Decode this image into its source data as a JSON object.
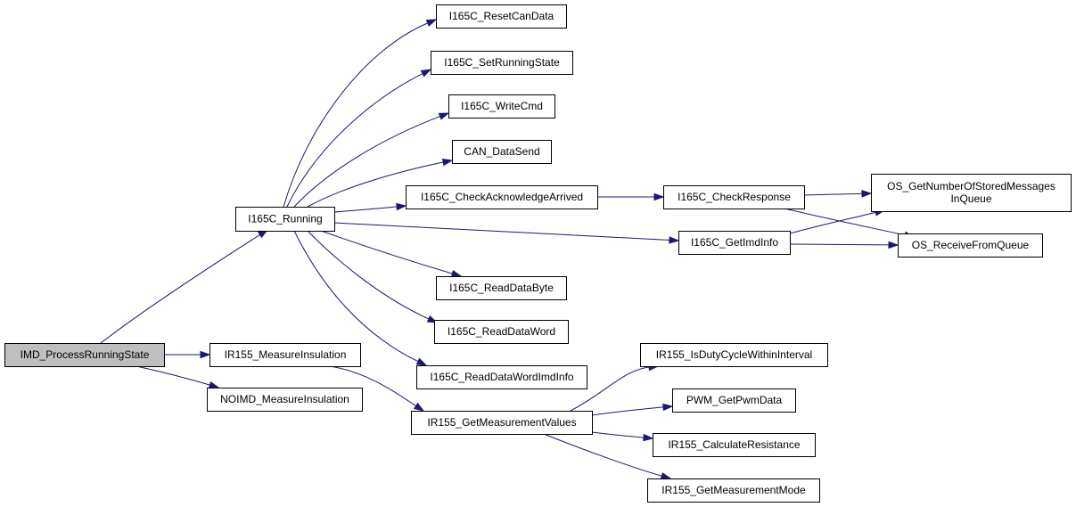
{
  "diagram": {
    "colors": {
      "edge": "#191970",
      "root_fill": "#bfbfbf",
      "node_fill": "#ffffff",
      "node_border": "#000000"
    },
    "nodes": [
      {
        "id": "imd_process",
        "lines": [
          "IMD_ProcessRunningState"
        ],
        "root": true
      },
      {
        "id": "i165c_running",
        "lines": [
          "I165C_Running"
        ]
      },
      {
        "id": "ir155_measure",
        "lines": [
          "IR155_MeasureInsulation"
        ]
      },
      {
        "id": "noimd_measure",
        "lines": [
          "NOIMD_MeasureInsulation"
        ]
      },
      {
        "id": "reset_can",
        "lines": [
          "I165C_ResetCanData"
        ]
      },
      {
        "id": "set_running",
        "lines": [
          "I165C_SetRunningState"
        ]
      },
      {
        "id": "write_cmd",
        "lines": [
          "I165C_WriteCmd"
        ]
      },
      {
        "id": "can_send",
        "lines": [
          "CAN_DataSend"
        ]
      },
      {
        "id": "check_ack",
        "lines": [
          "I165C_CheckAcknowledgeArrived"
        ]
      },
      {
        "id": "get_imd_info",
        "lines": [
          "I165C_GetImdInfo"
        ]
      },
      {
        "id": "read_byte",
        "lines": [
          "I165C_ReadDataByte"
        ]
      },
      {
        "id": "read_word",
        "lines": [
          "I165C_ReadDataWord"
        ]
      },
      {
        "id": "read_word_imd",
        "lines": [
          "I165C_ReadDataWordImdInfo"
        ]
      },
      {
        "id": "check_resp",
        "lines": [
          "I165C_CheckResponse"
        ]
      },
      {
        "id": "os_num_msgs",
        "lines": [
          "OS_GetNumberOfStoredMessages",
          "InQueue"
        ]
      },
      {
        "id": "os_receive",
        "lines": [
          "OS_ReceiveFromQueue"
        ]
      },
      {
        "id": "ir155_get_values",
        "lines": [
          "IR155_GetMeasurementValues"
        ]
      },
      {
        "id": "ir155_duty",
        "lines": [
          "IR155_IsDutyCycleWithinInterval"
        ]
      },
      {
        "id": "pwm_get",
        "lines": [
          "PWM_GetPwmData"
        ]
      },
      {
        "id": "ir155_calc",
        "lines": [
          "IR155_CalculateResistance"
        ]
      },
      {
        "id": "ir155_mode",
        "lines": [
          "IR155_GetMeasurementMode"
        ]
      }
    ],
    "edges": [
      {
        "from": "imd_process",
        "to": "i165c_running"
      },
      {
        "from": "imd_process",
        "to": "ir155_measure"
      },
      {
        "from": "imd_process",
        "to": "noimd_measure"
      },
      {
        "from": "i165c_running",
        "to": "reset_can"
      },
      {
        "from": "i165c_running",
        "to": "set_running"
      },
      {
        "from": "i165c_running",
        "to": "write_cmd"
      },
      {
        "from": "i165c_running",
        "to": "can_send"
      },
      {
        "from": "i165c_running",
        "to": "check_ack"
      },
      {
        "from": "i165c_running",
        "to": "get_imd_info"
      },
      {
        "from": "i165c_running",
        "to": "read_byte"
      },
      {
        "from": "i165c_running",
        "to": "read_word"
      },
      {
        "from": "i165c_running",
        "to": "read_word_imd"
      },
      {
        "from": "check_ack",
        "to": "check_resp"
      },
      {
        "from": "check_resp",
        "to": "os_num_msgs"
      },
      {
        "from": "check_resp",
        "to": "os_receive"
      },
      {
        "from": "get_imd_info",
        "to": "os_num_msgs"
      },
      {
        "from": "get_imd_info",
        "to": "os_receive"
      },
      {
        "from": "ir155_measure",
        "to": "ir155_get_values"
      },
      {
        "from": "ir155_get_values",
        "to": "ir155_duty"
      },
      {
        "from": "ir155_get_values",
        "to": "pwm_get"
      },
      {
        "from": "ir155_get_values",
        "to": "ir155_calc"
      },
      {
        "from": "ir155_get_values",
        "to": "ir155_mode"
      }
    ]
  }
}
